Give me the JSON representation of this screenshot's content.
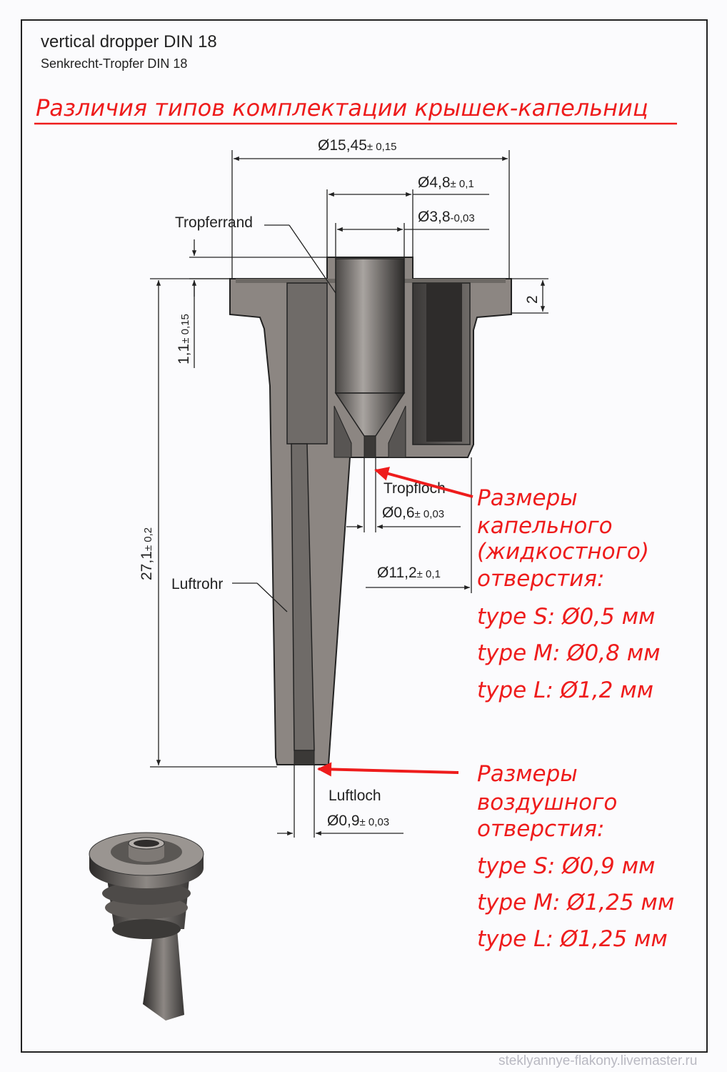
{
  "header": {
    "title": "vertical dropper DIN 18",
    "subtitle": "Senkrecht-Tropfer DIN 18",
    "red_title": "Различия типов комплектации крышек-капельниц"
  },
  "dimensions": {
    "d_outer": {
      "main": "Ø15,45",
      "tol": "± 0,15"
    },
    "d_tip_outer": {
      "main": "Ø4,8",
      "tol": "± 0,1"
    },
    "d_tip_inner": {
      "main": "Ø3,8",
      "tol": "-0,03"
    },
    "flange_height": "2",
    "rim_height": {
      "main": "1,1",
      "tol": "± 0,15"
    },
    "total_length": {
      "main": "27,1",
      "tol": "± 0,2"
    },
    "d_drop_hole": {
      "main": "Ø0,6",
      "tol": "± 0,03"
    },
    "d_body": {
      "main": "Ø11,2",
      "tol": "± 0,1"
    },
    "d_air_hole": {
      "main": "Ø0,9",
      "tol": "± 0,03"
    }
  },
  "labels": {
    "tropferrand": "Tropferrand",
    "tropfloch": "Tropfloch",
    "luftrohr": "Luftrohr",
    "luftloch": "Luftloch"
  },
  "annotations": {
    "liquid": {
      "heading": [
        "Размеры",
        "капельного",
        "(жидкостного)",
        "отверстия:"
      ],
      "types": [
        "type S:  Ø0,5 мм",
        "type M:  Ø0,8 мм",
        "type L:  Ø1,2 мм"
      ]
    },
    "air": {
      "heading": [
        "Размеры",
        "воздушного",
        "отверстия:"
      ],
      "types": [
        "type S:  Ø0,9 мм",
        "type M:  Ø1,25 мм",
        "type L:  Ø1,25 мм"
      ]
    }
  },
  "watermark": "steklyannye-flakony.livemaster.ru",
  "colors": {
    "accent_red": "#ee1c1c",
    "part_gray": "#8c8682",
    "line": "#222222"
  }
}
